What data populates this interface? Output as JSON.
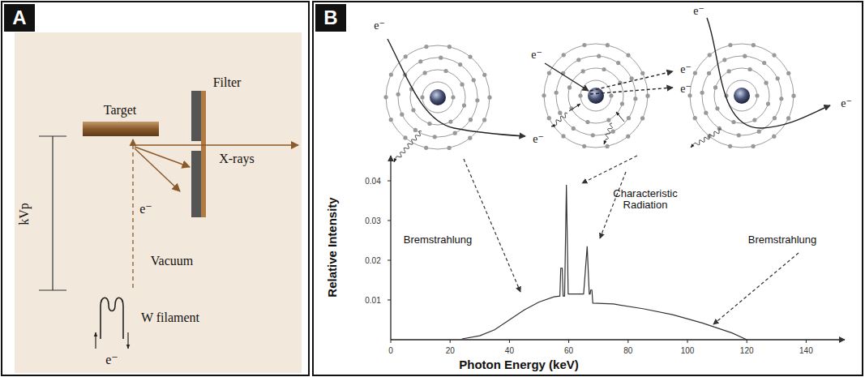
{
  "diagram": {
    "nodes": [
      {
        "text": [
          "A"
        ]
      },
      {
        "text": [
          "B"
        ]
      }
    ],
    "labels": [
      "Target",
      "Filter",
      "X-rays",
      "kVp",
      "e⁻",
      "Vacuum",
      "W filament",
      "e⁻",
      "e⁻",
      "e⁻",
      "e⁻",
      "e⁻",
      "e⁻",
      "e⁻",
      "e⁻",
      "Relative Intensity",
      "Photon Energy (keV)",
      "0",
      "20",
      "40",
      "60",
      "80",
      "100",
      "120",
      "140",
      "0.01",
      "0.02",
      "0.03",
      "0.04",
      "Bremstrahlung",
      "Characteristic Radiation",
      "Bremstrahlung"
    ]
  }
}
